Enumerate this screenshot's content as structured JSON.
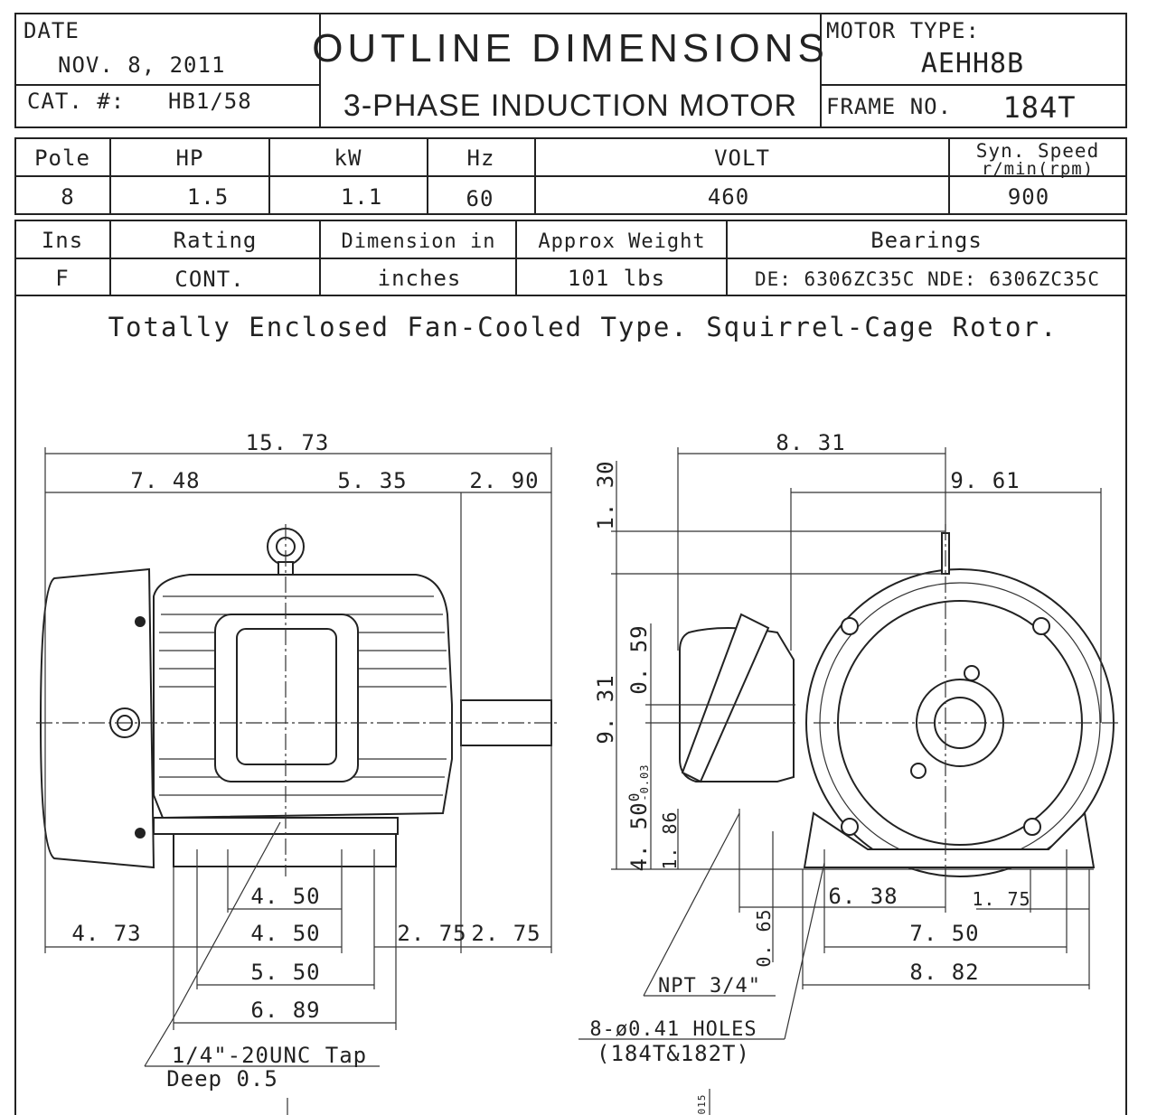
{
  "header": {
    "date_label": "DATE",
    "date": "NOV. 8, 2011",
    "cat_label": "CAT. #:",
    "cat": "HB1/58",
    "title": "OUTLINE DIMENSIONS",
    "subtitle": "3-PHASE INDUCTION MOTOR",
    "motor_type_label": "MOTOR TYPE:",
    "motor_type": "AEHH8B",
    "frame_label": "FRAME NO.",
    "frame": "184T"
  },
  "specs1": {
    "headers": [
      "Pole",
      "HP",
      "kW",
      "Hz",
      "VOLT",
      "Syn. Speed",
      "r/min(rpm)"
    ],
    "values": [
      "8",
      "1.5",
      "1.1",
      "60",
      "460",
      "900"
    ]
  },
  "specs2": {
    "headers": [
      "Ins",
      "Rating",
      "Dimension in",
      "Approx Weight",
      "Bearings"
    ],
    "values": [
      "F",
      "CONT.",
      "inches",
      "101 lbs",
      "DE: 6306ZC35C NDE: 6306ZC35C"
    ]
  },
  "description": "Totally Enclosed Fan-Cooled Type. Squirrel-Cage Rotor.",
  "dims": {
    "overall_length": "15. 73",
    "d748": "7. 48",
    "d535": "5. 35",
    "d290": "2. 90",
    "d831": "8. 31",
    "d961": "9. 61",
    "d130": "1. 30",
    "d931": "9. 31",
    "d059": "0. 59",
    "d450h": "4. 50",
    "d450tol": "0",
    "d450tol2": "-0.03",
    "d186": "1. 86",
    "d450a": "4. 50",
    "d473": "4. 73",
    "d450b": "4. 50",
    "d275a": "2. 75",
    "d275b": "2. 75",
    "d550": "5. 50",
    "d689": "6. 89",
    "d638": "6. 38",
    "d175": "1. 75",
    "d065": "0. 65",
    "d750": "7. 50",
    "d882": "8. 82"
  },
  "notes": {
    "npt": "NPT 3/4\"",
    "holes": "8-ø0.41 HOLES",
    "holes_frames": "(184T&182T)",
    "tap": "1/4\"-20UNC Tap",
    "tap_depth": "Deep 0.5",
    "code": "015"
  }
}
